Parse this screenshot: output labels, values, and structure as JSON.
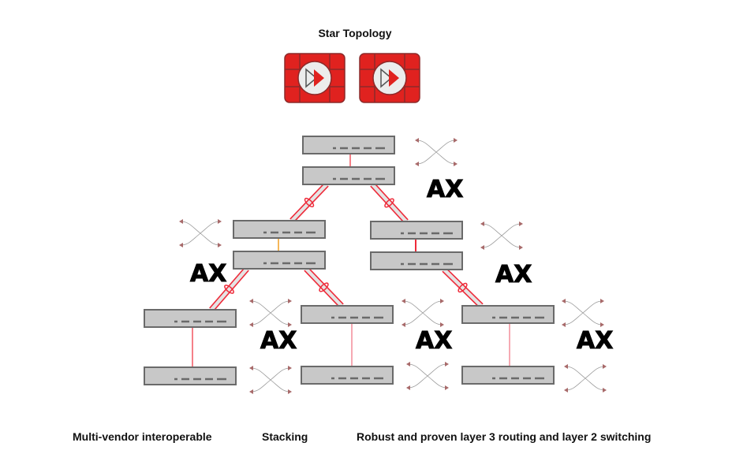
{
  "title": "Star Topology",
  "colors": {
    "firewall_red": "#e0221f",
    "firewall_grid": "#8c2a2a",
    "switch_fill": "#c8c8c8",
    "switch_border": "#6a6a6a",
    "link_red": "#ee2b3a",
    "stack_link": "#f5b75a",
    "arrow": "#a86a6a",
    "ax_text": "#000000"
  },
  "firewalls": [
    {
      "id": "fw-1",
      "icon": "fast-forward-icon"
    },
    {
      "id": "fw-2",
      "icon": "fast-forward-icon"
    }
  ],
  "switches": [
    {
      "id": "core-top"
    },
    {
      "id": "core-bottom"
    },
    {
      "id": "dist-left-top"
    },
    {
      "id": "dist-left-bottom"
    },
    {
      "id": "dist-right-top"
    },
    {
      "id": "dist-right-bottom"
    },
    {
      "id": "access-1-top"
    },
    {
      "id": "access-1-bottom"
    },
    {
      "id": "access-2-top"
    },
    {
      "id": "access-2-bottom"
    },
    {
      "id": "access-3-top"
    },
    {
      "id": "access-3-bottom"
    }
  ],
  "ax_label": "AX",
  "captions": [
    "Multi-vendor interoperable",
    "Stacking",
    "Robust and proven layer 3 routing and layer 2 switching"
  ]
}
